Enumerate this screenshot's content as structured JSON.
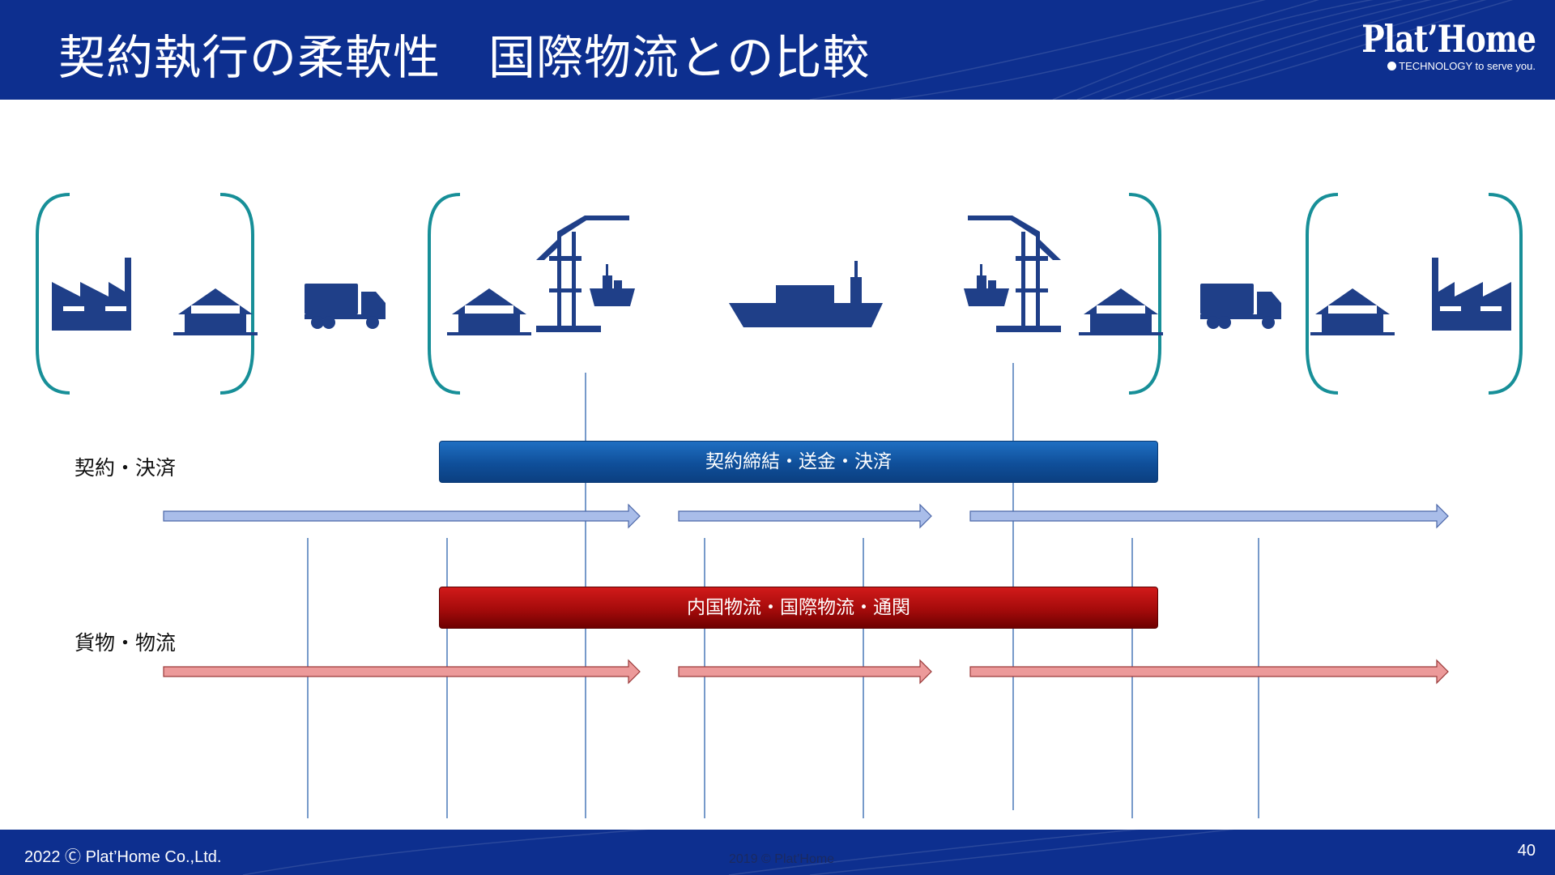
{
  "slide": {
    "title": "契約執行の柔軟性　国際物流との比較",
    "page_number": "40"
  },
  "logo": {
    "name": "Plat’Home",
    "tagline": "TECHNOLOGY to serve you."
  },
  "footer": {
    "copyright": "2022 Ⓒ Plat’Home Co.,Ltd.",
    "inner_copyright": "2019 © Plat’Home"
  },
  "diagram": {
    "icons": [
      "factory-icon",
      "warehouse-icon",
      "truck-icon",
      "warehouse-icon",
      "port-crane-icon",
      "cargo-ship-icon",
      "container-ship-icon",
      "port-crane-icon",
      "warehouse-icon",
      "truck-icon",
      "warehouse-icon",
      "factory-icon"
    ],
    "rows": [
      {
        "label": "契約・決済",
        "bar_label": "契約締結・送金・決済",
        "arrow_color": "#a9bde9",
        "bar_color": "#1560b4"
      },
      {
        "label": "貨物・物流",
        "bar_label": "内国物流・国際物流・通関",
        "arrow_color": "#ec9a9a",
        "bar_color": "#a80c0c"
      }
    ],
    "colors": {
      "icon": "#1f3f88",
      "bracket": "#178f98",
      "line": "#4a78b8"
    }
  }
}
